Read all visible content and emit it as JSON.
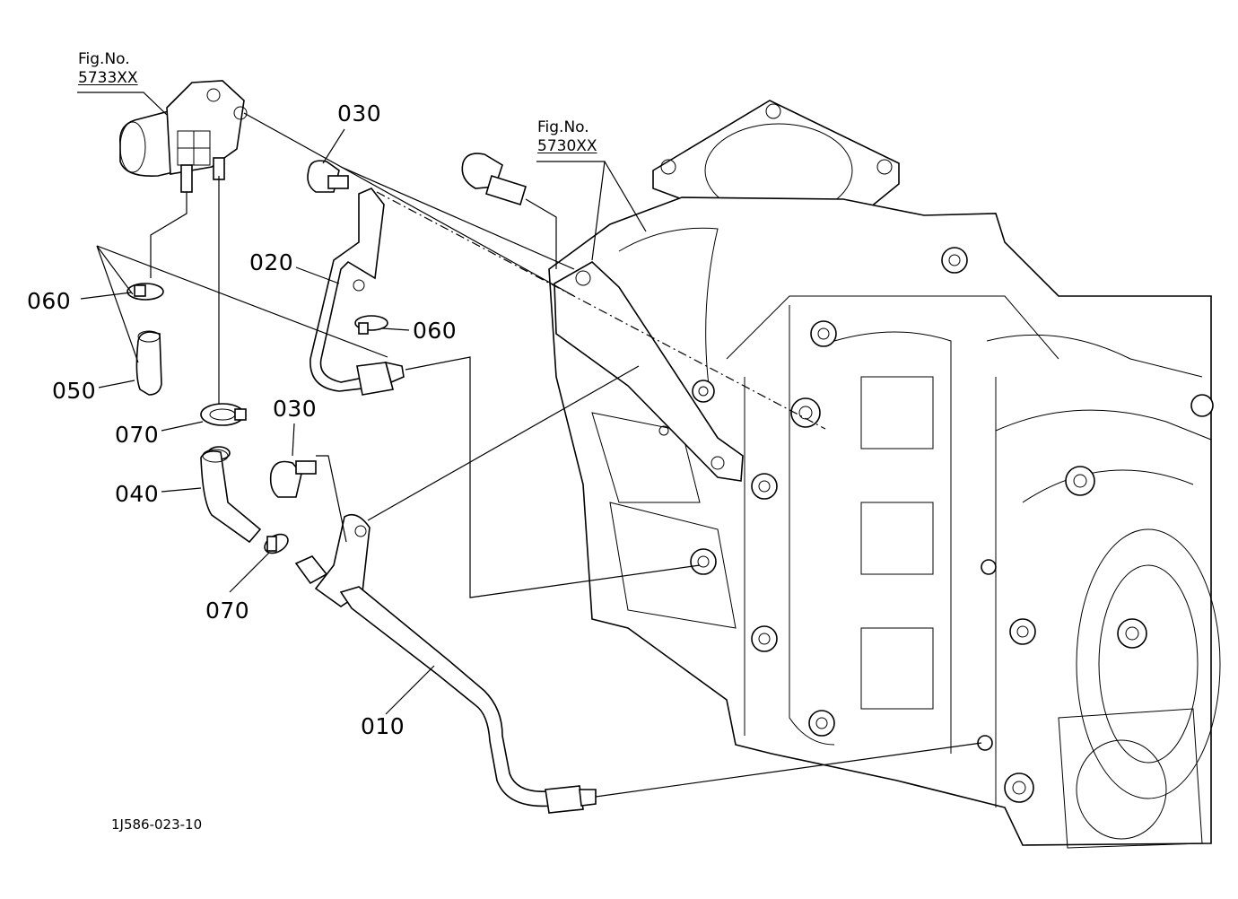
{
  "figure_refs": [
    {
      "id": "fig-5733",
      "label": "Fig.No.",
      "number": "5733XX"
    },
    {
      "id": "fig-5730",
      "label": "Fig.No.",
      "number": "5730XX"
    }
  ],
  "callouts": [
    {
      "id": "030a",
      "text": "030"
    },
    {
      "id": "020",
      "text": "020"
    },
    {
      "id": "060a",
      "text": "060"
    },
    {
      "id": "060b",
      "text": "060"
    },
    {
      "id": "050",
      "text": "050"
    },
    {
      "id": "070a",
      "text": "070"
    },
    {
      "id": "030b",
      "text": "030"
    },
    {
      "id": "040",
      "text": "040"
    },
    {
      "id": "070b",
      "text": "070"
    },
    {
      "id": "010",
      "text": "010"
    }
  ],
  "drawing_code": "1J586-023-10"
}
